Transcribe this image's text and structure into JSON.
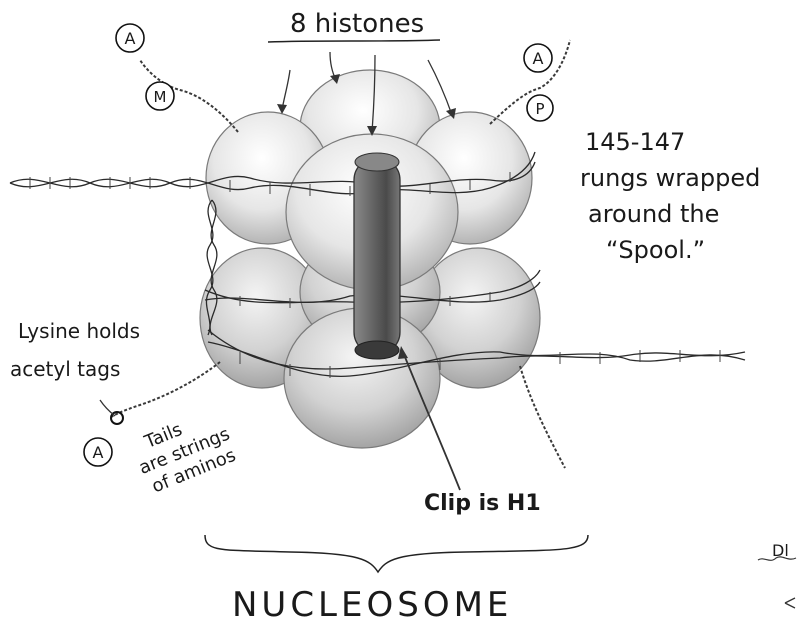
{
  "labels": {
    "histones": "8 histones",
    "rungs_line1": "145-147",
    "rungs_line2": "rungs wrapped",
    "rungs_line3": "around the",
    "rungs_line4": "“Spool.”",
    "lysine_line1": "Lysine holds",
    "lysine_line2": "acetyl tags",
    "tails_line1": "Tails",
    "tails_line2": "are strings",
    "tails_line3": "of aminos",
    "clip": "Clip is H1",
    "nucleosome": "NUCLEOSOME",
    "edge_text": "Dl"
  },
  "tags": {
    "top_left_a": "A",
    "top_left_m": "M",
    "top_right_a": "A",
    "top_right_p": "P",
    "bottom_left_a": "A"
  },
  "colors": {
    "ink": "#1a1a1a",
    "pencil": "#555555",
    "shade_light": "#eeeeee",
    "shade_mid": "#d6d6d6",
    "shade_dark": "#9a9a9a",
    "h1_clip": "#6a6a6a"
  }
}
